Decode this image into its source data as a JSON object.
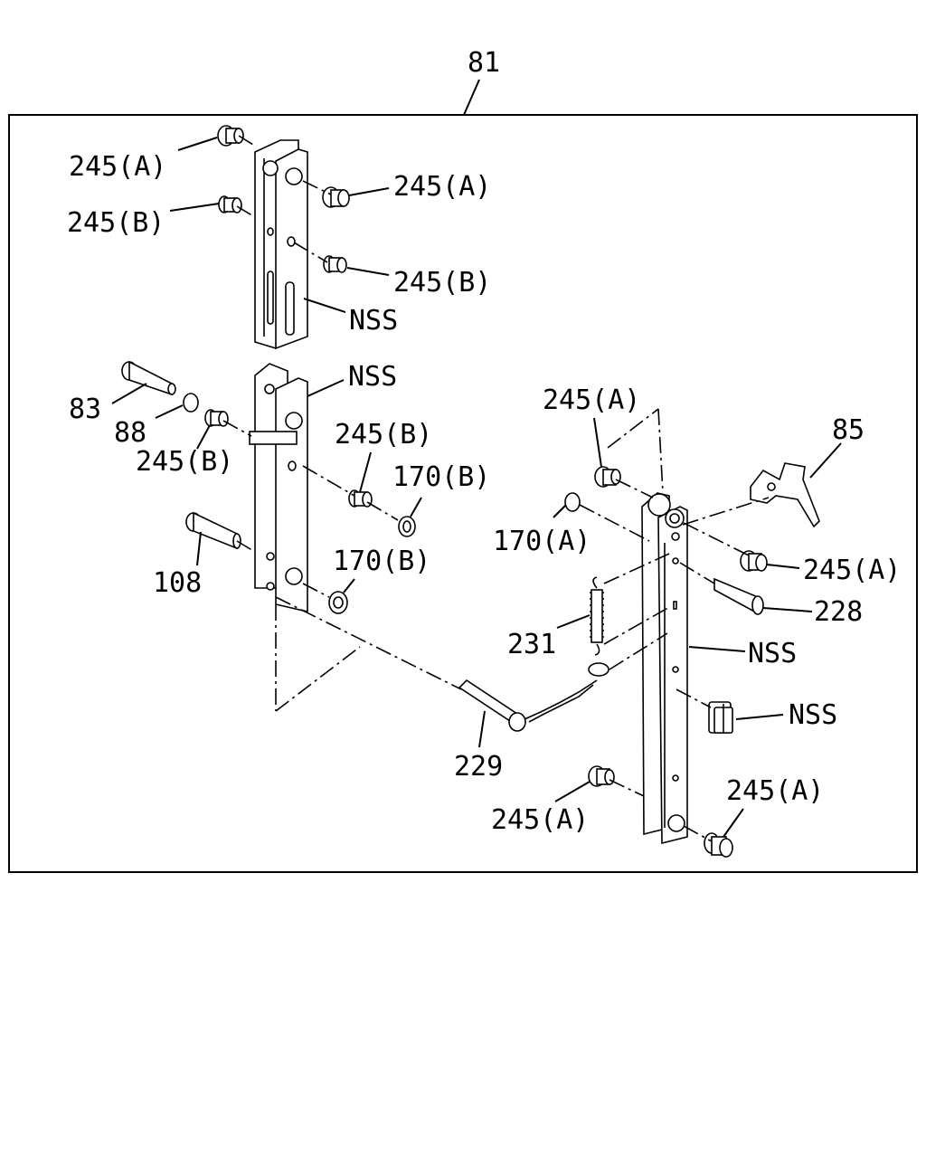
{
  "diagram": {
    "assembly_label": "81",
    "labels": {
      "top_245a_left": "245(A)",
      "top_245a_right": "245(A)",
      "top_245b_left": "245(B)",
      "top_245b_right": "245(B)",
      "top_nss": "NSS",
      "mid_nss": "NSS",
      "p83": "83",
      "p88": "88",
      "mid_245b_left": "245(B)",
      "mid_245b_right": "245(B)",
      "p170b_upper": "170(B)",
      "p170b_lower": "170(B)",
      "p108": "108",
      "p229": "229",
      "r_245a_top": "245(A)",
      "p85": "85",
      "p170a": "170(A)",
      "r_245a_mid": "245(A)",
      "p228": "228",
      "p231": "231",
      "r_nss_rail": "NSS",
      "r_nss_clip": "NSS",
      "r_245a_bottom_left": "245(A)",
      "r_245a_bottom_right": "245(A)"
    }
  }
}
